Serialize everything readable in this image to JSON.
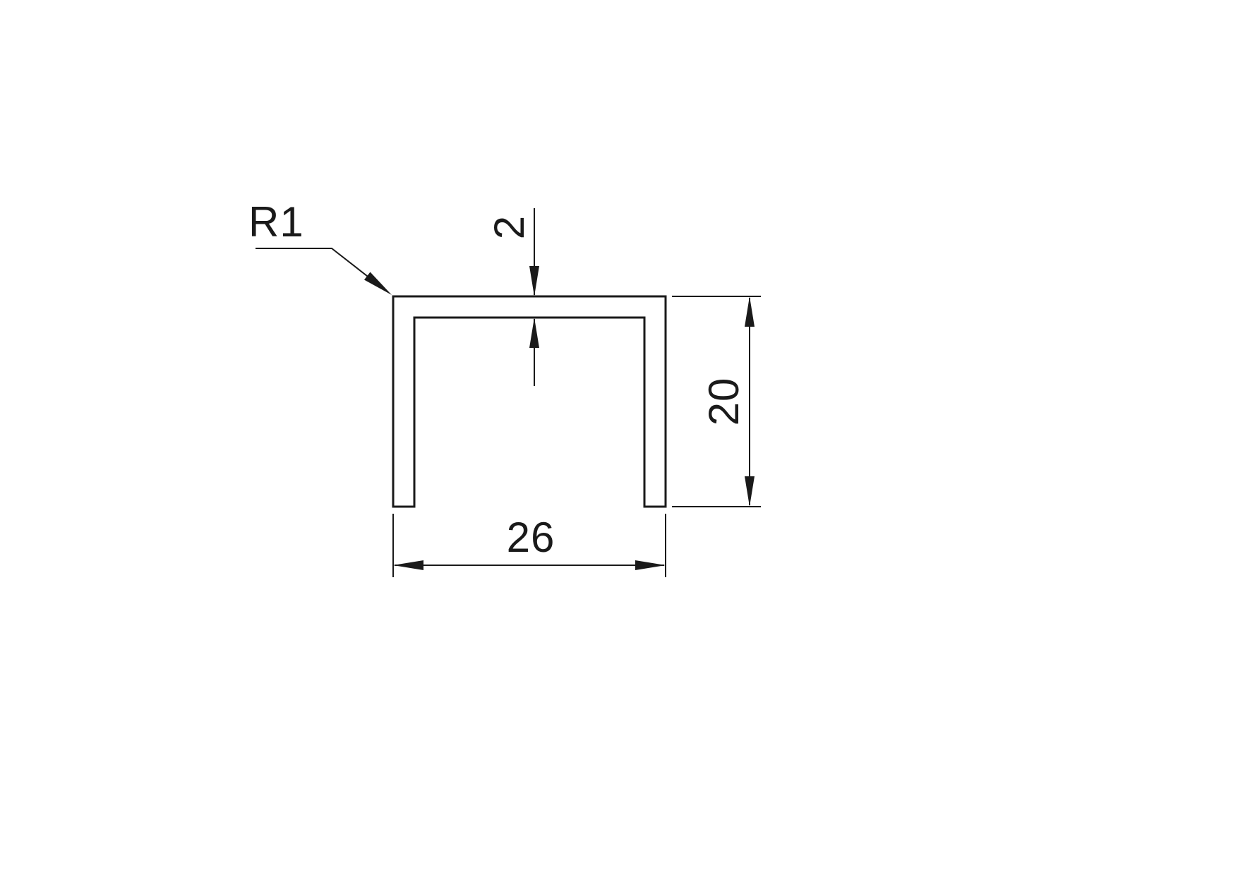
{
  "page": {
    "background": "#ffffff",
    "line_color": "#1a1a1a"
  },
  "drawing": {
    "type": "technical-drawing",
    "callouts": {
      "radius_label": "R1",
      "thickness_label": "2",
      "height_label": "20",
      "width_label": "26"
    },
    "values": {
      "corner_radius": 1,
      "wall_thickness": 2,
      "height": 20,
      "width": 26
    }
  }
}
